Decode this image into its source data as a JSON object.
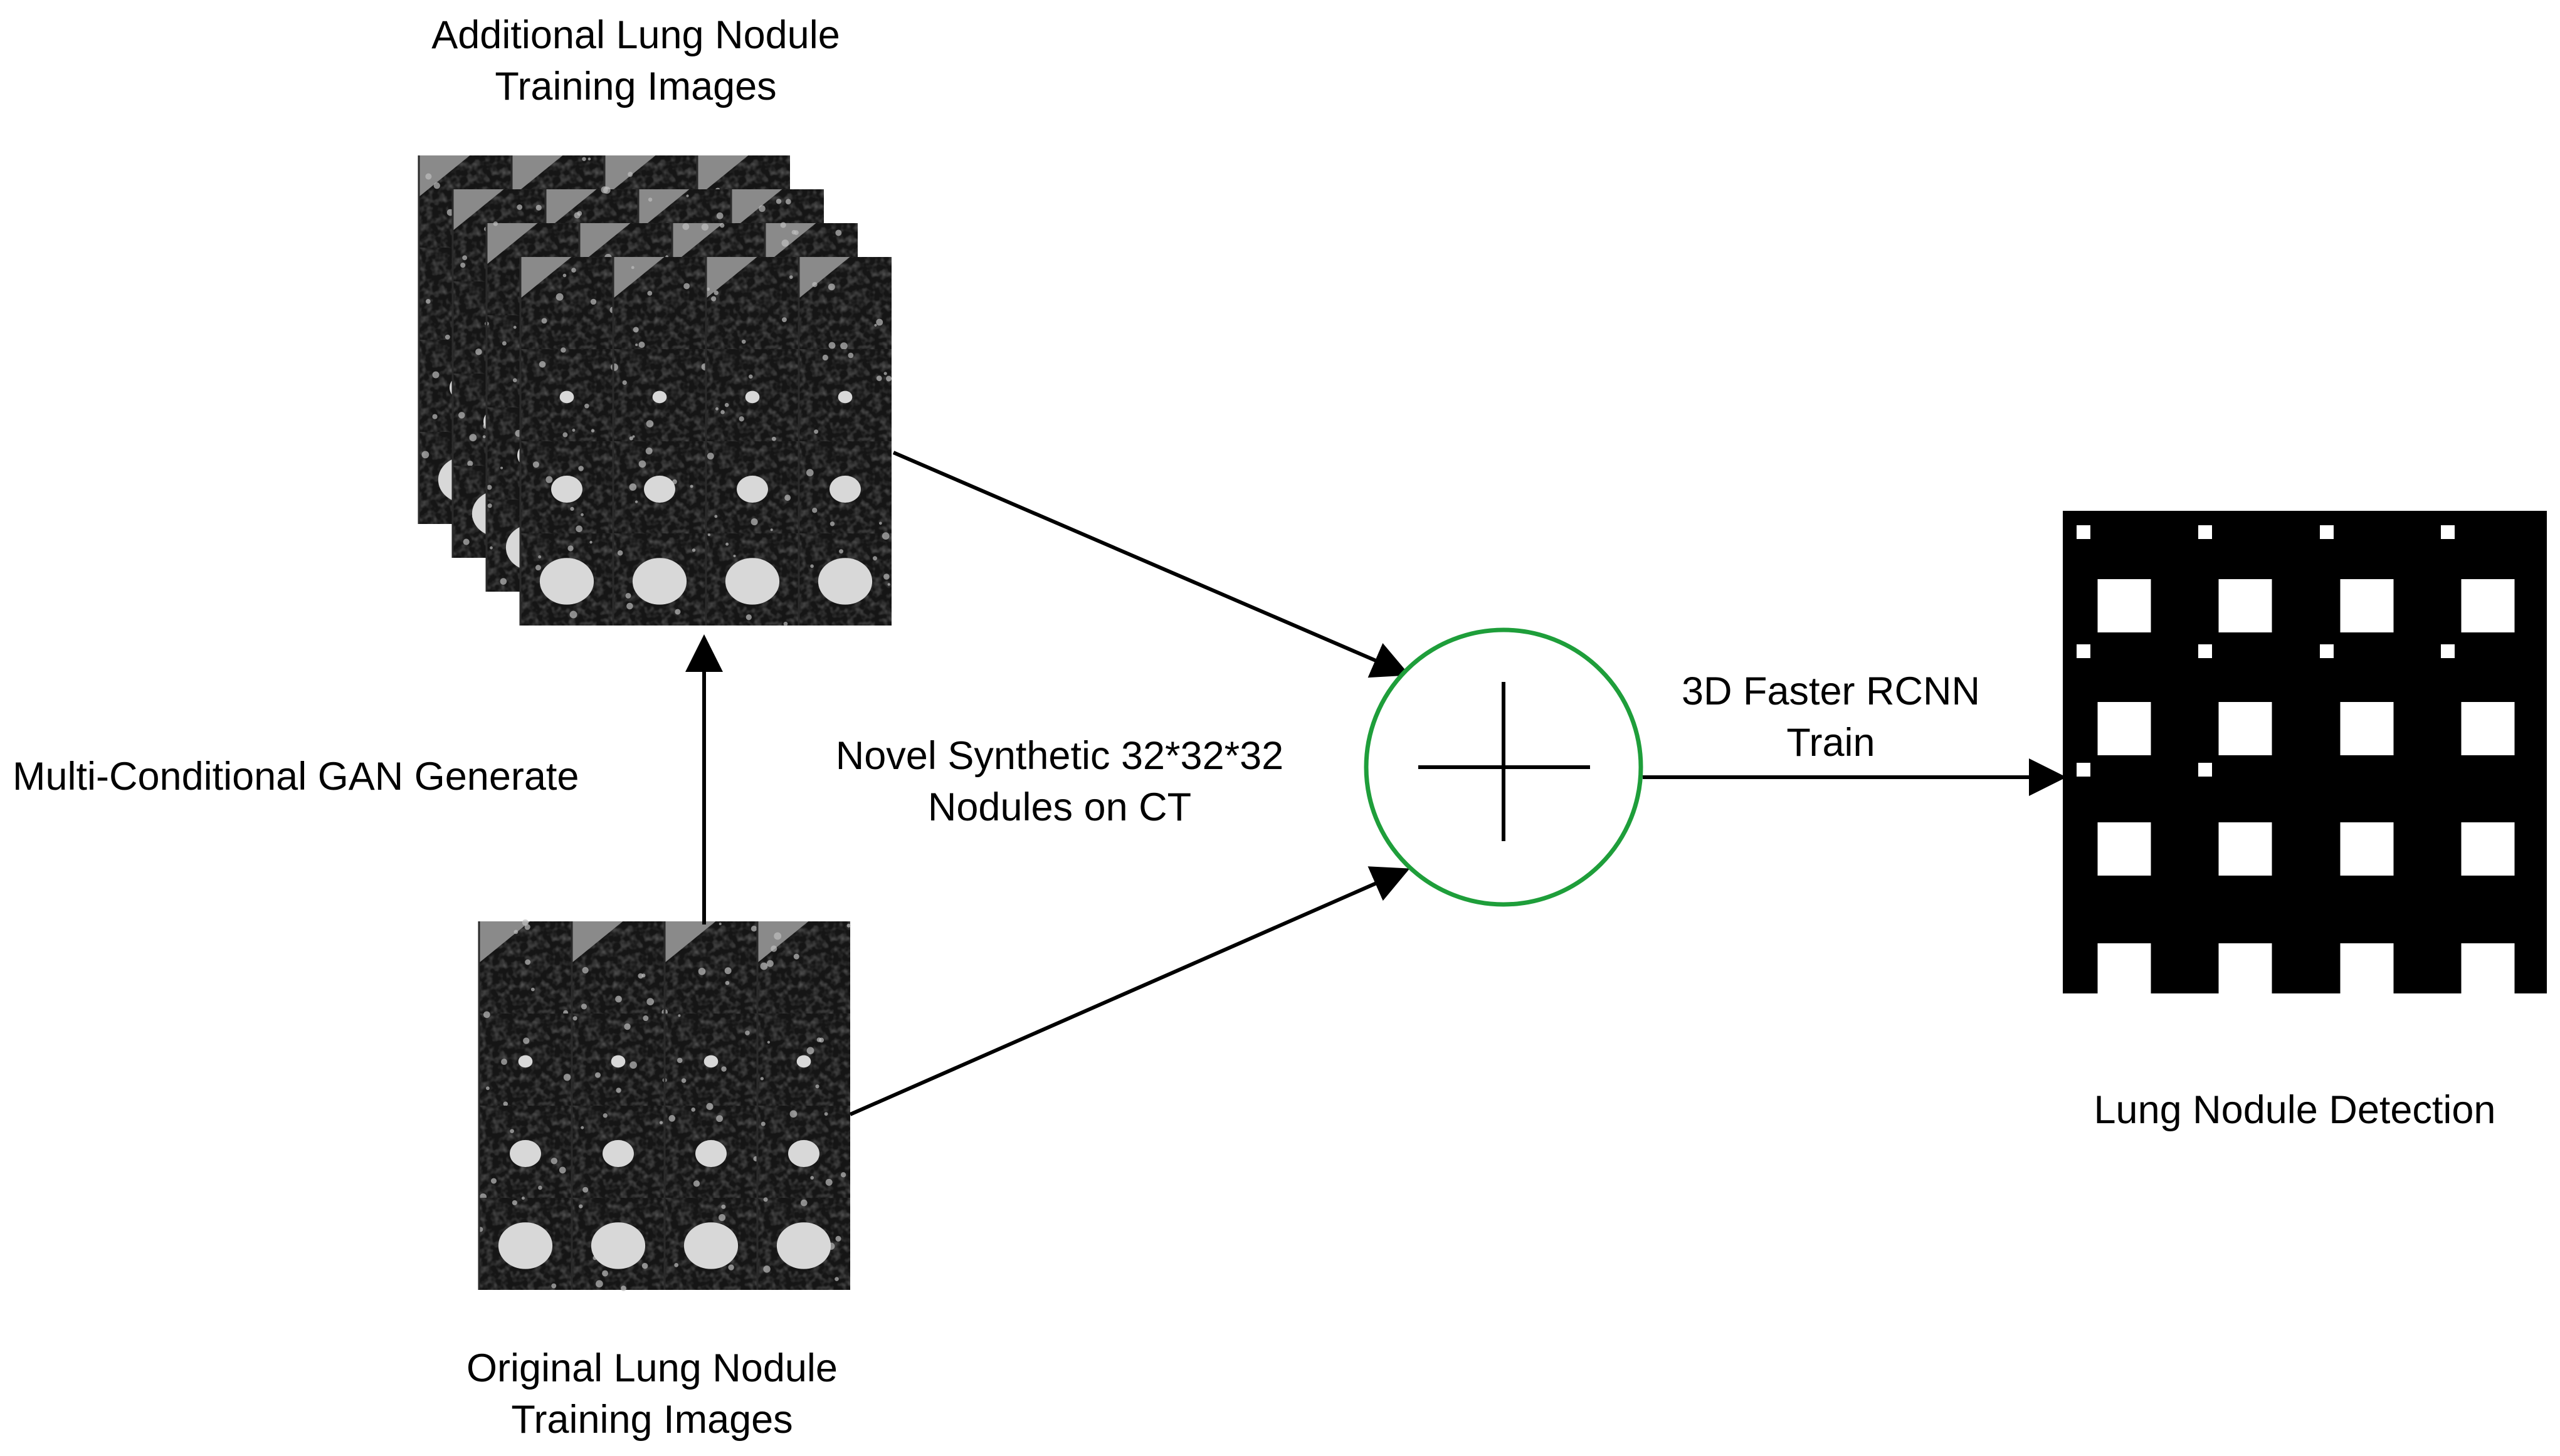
{
  "labels": {
    "additional_training": {
      "line1": "Additional Lung Nodule",
      "line2": "Training Images"
    },
    "gan_generate": "Multi-Conditional GAN Generate",
    "novel_synthetic": {
      "line1": "Novel Synthetic 32*32*32",
      "line2": "Nodules on CT"
    },
    "faster_rcnn": {
      "line1": "3D Faster RCNN",
      "line2": "Train"
    },
    "detection": "Lung Nodule Detection",
    "original_training": {
      "line1": "Original Lung Nodule",
      "line2": "Training Images"
    }
  },
  "colors": {
    "combine_circle": "#1e9e3a",
    "arrows": "#000000",
    "ct_background": "#141414",
    "nodule": "#d8d8d8",
    "detection_background": "#000000",
    "detection_box": "#ffffff"
  },
  "icons": {
    "combine": "plus-icon"
  }
}
